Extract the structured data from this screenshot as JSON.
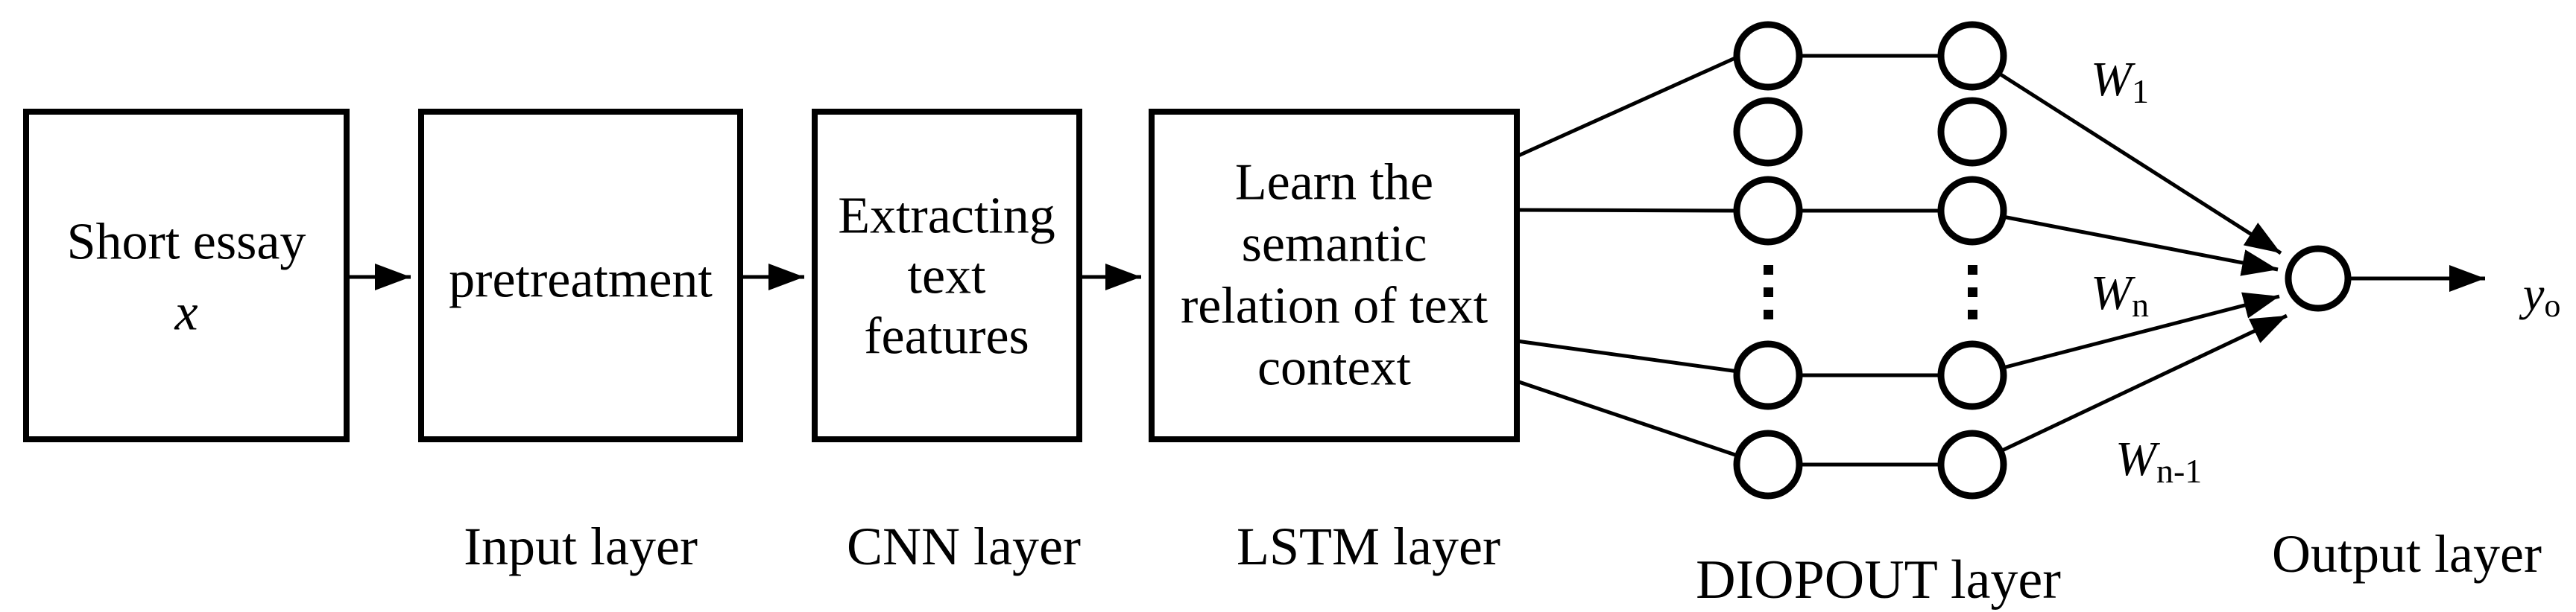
{
  "boxes": [
    {
      "name": "short-essay",
      "lines": [
        "Short essay",
        "x"
      ]
    },
    {
      "name": "pretreatment",
      "lines": [
        "pretreatment"
      ]
    },
    {
      "name": "cnn",
      "lines": [
        "Extracting",
        "text",
        "features"
      ]
    },
    {
      "name": "lstm",
      "lines": [
        "Learn the",
        "semantic",
        "relation of text",
        "context"
      ]
    }
  ],
  "labels": {
    "input": "Input layer",
    "cnn": "CNN layer",
    "lstm": "LSTM layer",
    "dropout": "DIOPOUT layer",
    "output": "Output layer"
  },
  "weights": [
    {
      "symbol": "W",
      "subscript": "1"
    },
    {
      "symbol": "W",
      "subscript": "n"
    },
    {
      "symbol": "W",
      "subscript": "n-1"
    }
  ],
  "output_symbol": {
    "symbol": "y",
    "subscript": "o"
  },
  "colors": {
    "ink": "#000000",
    "background": "#ffffff"
  }
}
